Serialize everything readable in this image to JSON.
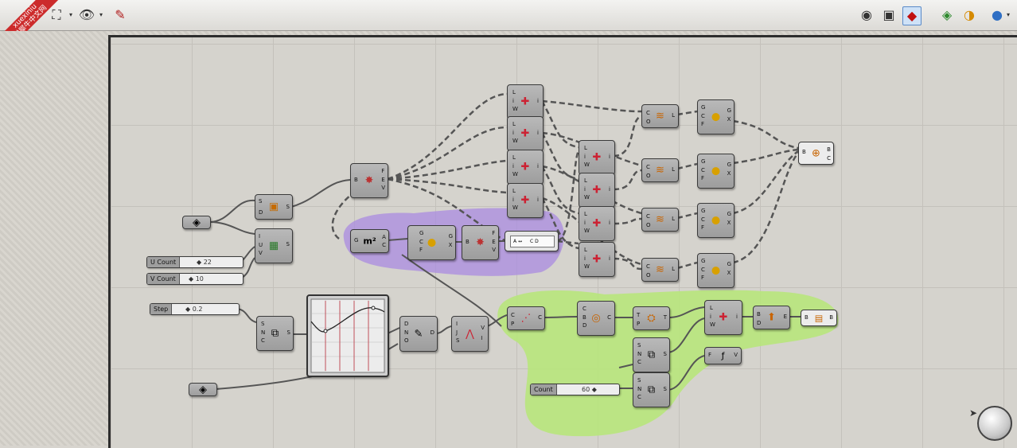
{
  "watermark": {
    "line1": "xuexiniu",
    "line2": "学犀牛中文网"
  },
  "toolbar": {
    "left_icons": [
      "grid-select-icon",
      "eye-icon",
      "brush-icon"
    ],
    "right_icons": [
      "preview-icon",
      "wireframe-icon",
      "shaded-icon",
      "bake-icon",
      "material-icon",
      "sphere-icon"
    ]
  },
  "sliders": {
    "u_count": {
      "label": "U Count",
      "value": "22"
    },
    "v_count": {
      "label": "V Count",
      "value": "10"
    },
    "step": {
      "label": "Step",
      "value": "0.2"
    },
    "count": {
      "label": "Count",
      "value": "60"
    }
  },
  "panel": {
    "left_text": "A ↔",
    "right_text": "C D"
  },
  "groups": {
    "purple_color": "#a98be0",
    "green_color": "#b8e67c"
  }
}
